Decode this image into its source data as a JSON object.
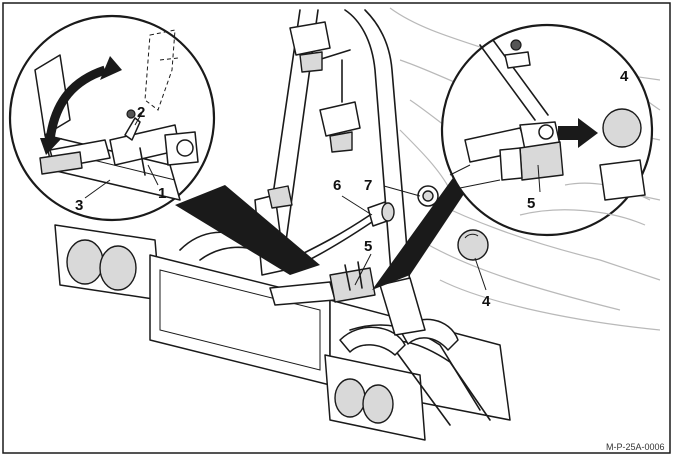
{
  "callouts": {
    "c1": "1",
    "c2": "2",
    "c3": "3",
    "c4_detail": "4",
    "c4_main": "4",
    "c5_detail": "5",
    "c5_main": "5",
    "c6": "6",
    "c7": "7"
  },
  "reference_code": "M-P-25A-0006",
  "icons": {
    "swing_arrow": "double-curved-arrow-icon",
    "push_arrow": "right-arrow-icon"
  },
  "colors": {
    "line": "#1a1a1a",
    "fill_grey": "#d9d9d9",
    "car_outline": "#b9b9b9",
    "background": "#ffffff"
  }
}
